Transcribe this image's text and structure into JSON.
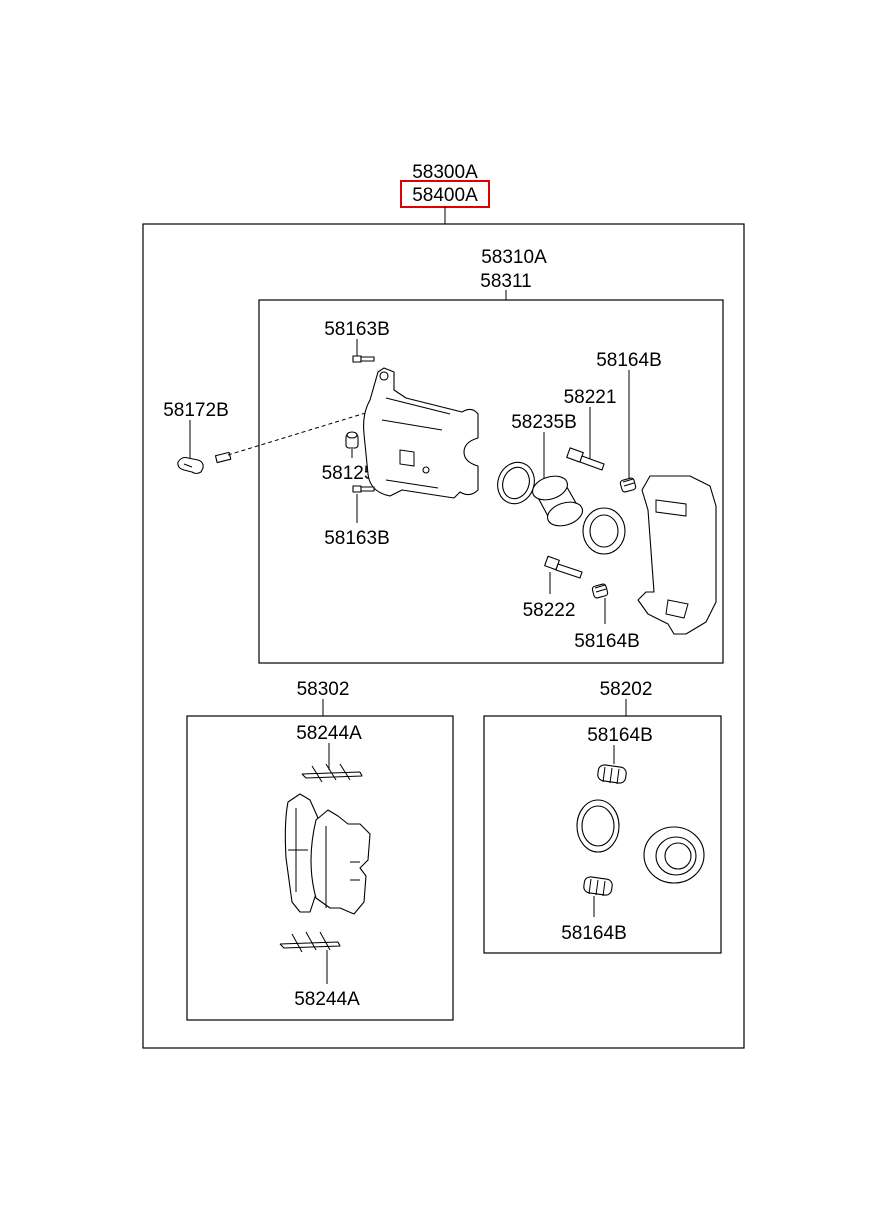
{
  "labels": {
    "assy_caliper": "58300A",
    "assy_caliper_highlight": "58400A",
    "caliper_body_1": "58310A",
    "caliper_body_2": "58311",
    "bolt_upper": "58163B",
    "bolt_lower": "58163B",
    "bleeder": "58125",
    "hose_bolt": "58172B",
    "boot_top": "58164B",
    "boot_bottom": "58164B",
    "guide_pin_upper": "58221",
    "piston_seal": "58235B",
    "guide_pin_lower": "58222",
    "pad_kit": "58302",
    "seal_kit": "58202",
    "shim_top": "58244A",
    "shim_bottom": "58244A",
    "kit_boot_top": "58164B",
    "kit_boot_bottom": "58164B"
  },
  "colors": {
    "highlight": "#e00000",
    "line": "#000000"
  }
}
